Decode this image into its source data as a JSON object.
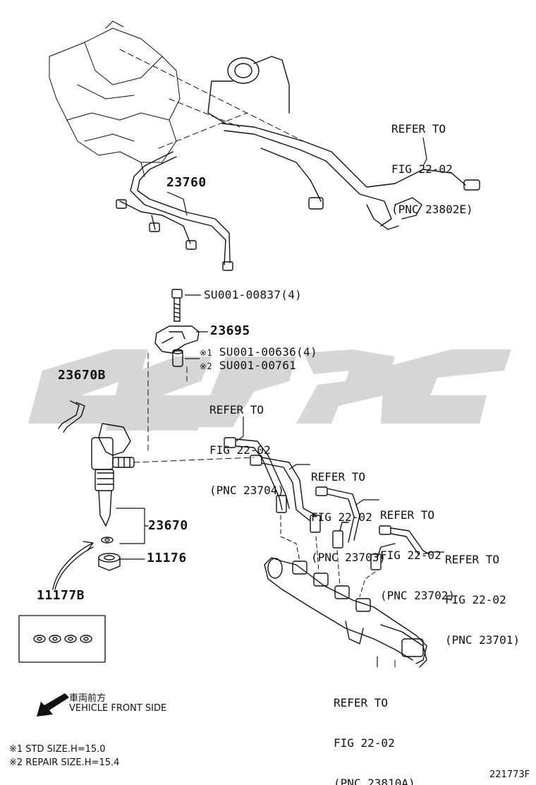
{
  "watermark": {
    "color": "#c8c8c8"
  },
  "parts": {
    "p23760": "23760",
    "p23695": "23695",
    "p23670B": "23670B",
    "p23670": "23670",
    "p11176": "11176",
    "p11177B": "11177B"
  },
  "fasteners": {
    "bolt": "SU001-00837(4)",
    "washer_std_mark": "※1",
    "washer_std": "SU001-00636(4)",
    "washer_rep_mark": "※2",
    "washer_rep": "SU001-00761"
  },
  "refs": {
    "r23802E": {
      "line1": "REFER TO",
      "line2": "FIG 22-02",
      "line3": "(PNC 23802E)"
    },
    "r23704": {
      "line1": "REFER TO",
      "line2": "FIG 22-02",
      "line3": "(PNC 23704)"
    },
    "r23703": {
      "line1": "REFER TO",
      "line2": "FIG 22-02",
      "line3": "(PNC 23703)"
    },
    "r23702": {
      "line1": "REFER TO",
      "line2": "FIG 22-02",
      "line3": "(PNC 23702)"
    },
    "r23701": {
      "line1": "REFER TO",
      "line2": "FIG 22-02",
      "line3": "(PNC 23701)"
    },
    "r23810A": {
      "line1": "REFER TO",
      "line2": "FIG 22-02",
      "line3": "(PNC 23810A)"
    }
  },
  "direction": {
    "jp": "車両前方",
    "en": "VEHICLE FRONT SIDE"
  },
  "notes": {
    "n1": "※1 STD SIZE.H=15.0",
    "n2": "※2 REPAIR SIZE.H=15.4"
  },
  "figure_id": "221773F"
}
